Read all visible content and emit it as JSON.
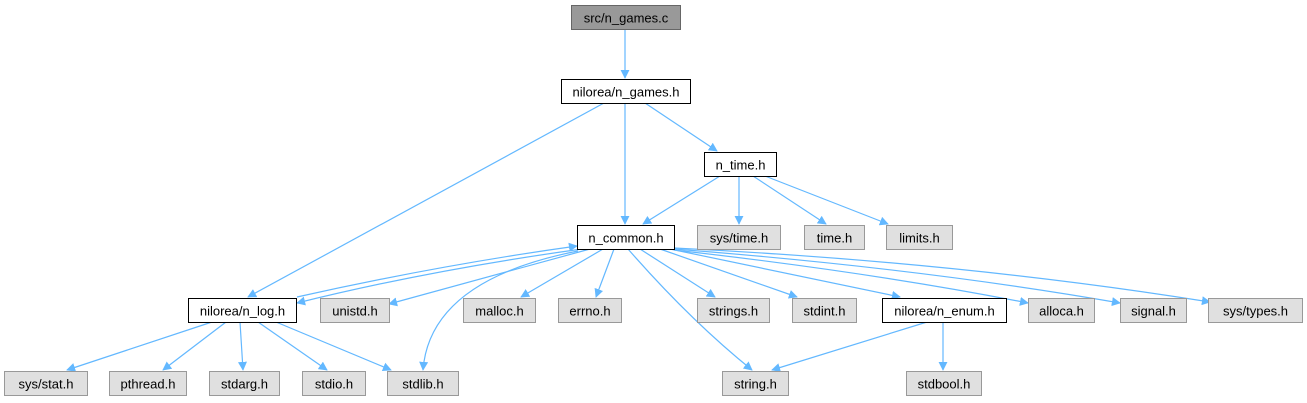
{
  "colors": {
    "edge": "#63b8ff",
    "root_fill": "#999999",
    "root_border": "#666666",
    "file_fill": "#ffffff",
    "file_border": "#000000",
    "system_fill": "#e0e0e0",
    "system_border": "#999999"
  },
  "nodes": [
    {
      "id": "n_games_c",
      "label": "src/n_games.c",
      "kind": "root"
    },
    {
      "id": "n_games_h",
      "label": "nilorea/n_games.h",
      "kind": "file"
    },
    {
      "id": "n_time_h",
      "label": "n_time.h",
      "kind": "file"
    },
    {
      "id": "n_common_h",
      "label": "n_common.h",
      "kind": "file"
    },
    {
      "id": "sys_time_h",
      "label": "sys/time.h",
      "kind": "system"
    },
    {
      "id": "time_h",
      "label": "time.h",
      "kind": "system"
    },
    {
      "id": "limits_h",
      "label": "limits.h",
      "kind": "system"
    },
    {
      "id": "n_log_h",
      "label": "nilorea/n_log.h",
      "kind": "file"
    },
    {
      "id": "unistd_h",
      "label": "unistd.h",
      "kind": "system"
    },
    {
      "id": "malloc_h",
      "label": "malloc.h",
      "kind": "system"
    },
    {
      "id": "errno_h",
      "label": "errno.h",
      "kind": "system"
    },
    {
      "id": "strings_h",
      "label": "strings.h",
      "kind": "system"
    },
    {
      "id": "stdint_h",
      "label": "stdint.h",
      "kind": "system"
    },
    {
      "id": "n_enum_h",
      "label": "nilorea/n_enum.h",
      "kind": "file"
    },
    {
      "id": "alloca_h",
      "label": "alloca.h",
      "kind": "system"
    },
    {
      "id": "signal_h",
      "label": "signal.h",
      "kind": "system"
    },
    {
      "id": "sys_types_h",
      "label": "sys/types.h",
      "kind": "system"
    },
    {
      "id": "sys_stat_h",
      "label": "sys/stat.h",
      "kind": "system"
    },
    {
      "id": "pthread_h",
      "label": "pthread.h",
      "kind": "system"
    },
    {
      "id": "stdarg_h",
      "label": "stdarg.h",
      "kind": "system"
    },
    {
      "id": "stdio_h",
      "label": "stdio.h",
      "kind": "system"
    },
    {
      "id": "stdlib_h",
      "label": "stdlib.h",
      "kind": "system"
    },
    {
      "id": "string_h",
      "label": "string.h",
      "kind": "system"
    },
    {
      "id": "stdbool_h",
      "label": "stdbool.h",
      "kind": "system"
    }
  ],
  "edges": [
    [
      "n_games_c",
      "n_games_h"
    ],
    [
      "n_games_h",
      "n_log_h"
    ],
    [
      "n_games_h",
      "n_common_h"
    ],
    [
      "n_games_h",
      "n_time_h"
    ],
    [
      "n_time_h",
      "n_common_h"
    ],
    [
      "n_time_h",
      "sys_time_h"
    ],
    [
      "n_time_h",
      "time_h"
    ],
    [
      "n_time_h",
      "limits_h"
    ],
    [
      "n_common_h",
      "n_log_h"
    ],
    [
      "n_log_h",
      "n_common_h"
    ],
    [
      "n_common_h",
      "unistd_h"
    ],
    [
      "n_common_h",
      "stdlib_h"
    ],
    [
      "n_common_h",
      "malloc_h"
    ],
    [
      "n_common_h",
      "errno_h"
    ],
    [
      "n_common_h",
      "strings_h"
    ],
    [
      "n_common_h",
      "string_h"
    ],
    [
      "n_common_h",
      "stdint_h"
    ],
    [
      "n_common_h",
      "n_enum_h"
    ],
    [
      "n_common_h",
      "alloca_h"
    ],
    [
      "n_common_h",
      "signal_h"
    ],
    [
      "n_common_h",
      "sys_types_h"
    ],
    [
      "n_log_h",
      "sys_stat_h"
    ],
    [
      "n_log_h",
      "pthread_h"
    ],
    [
      "n_log_h",
      "stdarg_h"
    ],
    [
      "n_log_h",
      "stdio_h"
    ],
    [
      "n_log_h",
      "stdlib_h"
    ],
    [
      "n_enum_h",
      "string_h"
    ],
    [
      "n_enum_h",
      "stdbool_h"
    ]
  ]
}
